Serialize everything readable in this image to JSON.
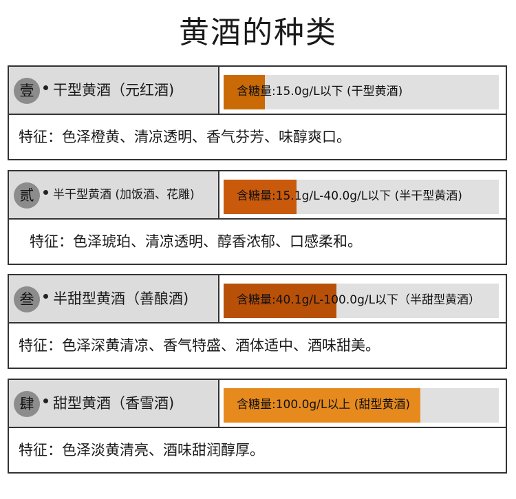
{
  "title": "黄酒的种类",
  "colors": {
    "badge": "#8c8c8c",
    "label_bg": "#dcdcdc",
    "track": "#e0e0e0",
    "border": "#333333"
  },
  "types": [
    {
      "badge": "壹",
      "name": "干型黄酒（元红酒)",
      "sugar": "含糖量:15.0g/L以下 (干型黄酒)",
      "sugar_fill_fraction": 0.15,
      "fill_color": "#c96a06",
      "features": "特征：色泽橙黄、清凉透明、香气芬芳、味醇爽口。"
    },
    {
      "badge": "贰",
      "name": "半干型黄酒 (加饭酒、花雕)",
      "sugar": "含糖量:15.1g/L-40.0g/L以下 (半干型黄酒)",
      "sugar_fill_fraction": 0.265,
      "fill_color": "#c95a0c",
      "features": "特征：色泽琥珀、清凉透明、醇香浓郁、口感柔和。"
    },
    {
      "badge": "叁",
      "name": "半甜型黄酒（善酿酒)",
      "sugar": "含糖量:40.1g/L-100.0g/L以下（半甜型黄酒）",
      "sugar_fill_fraction": 0.41,
      "fill_color": "#b85008",
      "features": "特征：色泽深黄清凉、香气特盛、酒体适中、酒味甜美。"
    },
    {
      "badge": "肆",
      "name": "甜型黄酒（香雪酒)",
      "sugar": "含糖量:100.0g/L以上 (甜型黄酒)",
      "sugar_fill_fraction": 0.715,
      "fill_color": "#e68a1e",
      "features": "特征：色泽淡黄清亮、酒味甜润醇厚。"
    }
  ]
}
